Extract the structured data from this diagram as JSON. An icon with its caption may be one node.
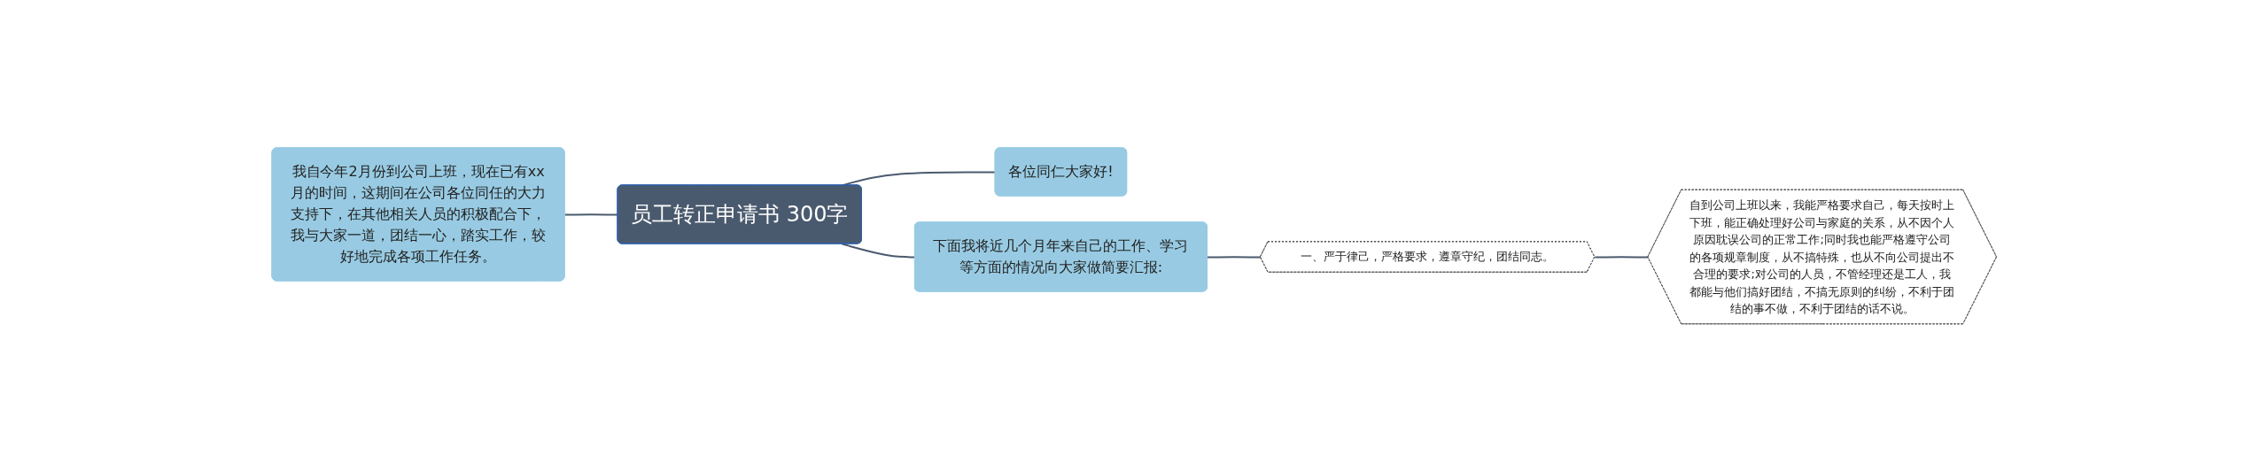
{
  "diagram": {
    "nodes": [
      {
        "text": [
          "员工转正申请书  300字"
        ]
      },
      {
        "text": [
          "我自今年2月份到公司上班，现在已有xx月的时间，这期间在公司各位同任的大力支持下，在其他相关人员的积极配合下，我与大家一道，团结一心，踏实工作，较好地完成各项工作任务。"
        ]
      },
      {
        "text": [
          "各位同仁大家好!"
        ]
      },
      {
        "text": [
          "下面我将近几个月年来自己的工作、学习等方面的情况向大家做简要汇报:"
        ]
      },
      {
        "text": [
          "一、严于律己，严格要求，遵章守纪，团结同志。"
        ]
      },
      {
        "text": [
          "自到公司上班以来，我能严格要求自己，每天按时上下班，能正确处理好公司与家庭的关系，从不因个人原因耽误公司的正常工作;同时我也能严格遵守公司的各项规章制度，从不搞特殊，也从不向公司提出不合理的要求;对公司的人员，不管经理还是工人，我都能与他们搞好团结，不搞无原则的纠纷，不利于团结的事不做，不利于团结的话不说。"
        ]
      }
    ],
    "edges": [
      {
        "from": 1,
        "to": 0,
        "arrow": "none"
      },
      {
        "from": 0,
        "to": 2,
        "arrow": "none"
      },
      {
        "from": 0,
        "to": 3,
        "arrow": "none"
      },
      {
        "from": 3,
        "to": 4,
        "arrow": "none"
      },
      {
        "from": 4,
        "to": 5,
        "arrow": "none"
      }
    ]
  }
}
